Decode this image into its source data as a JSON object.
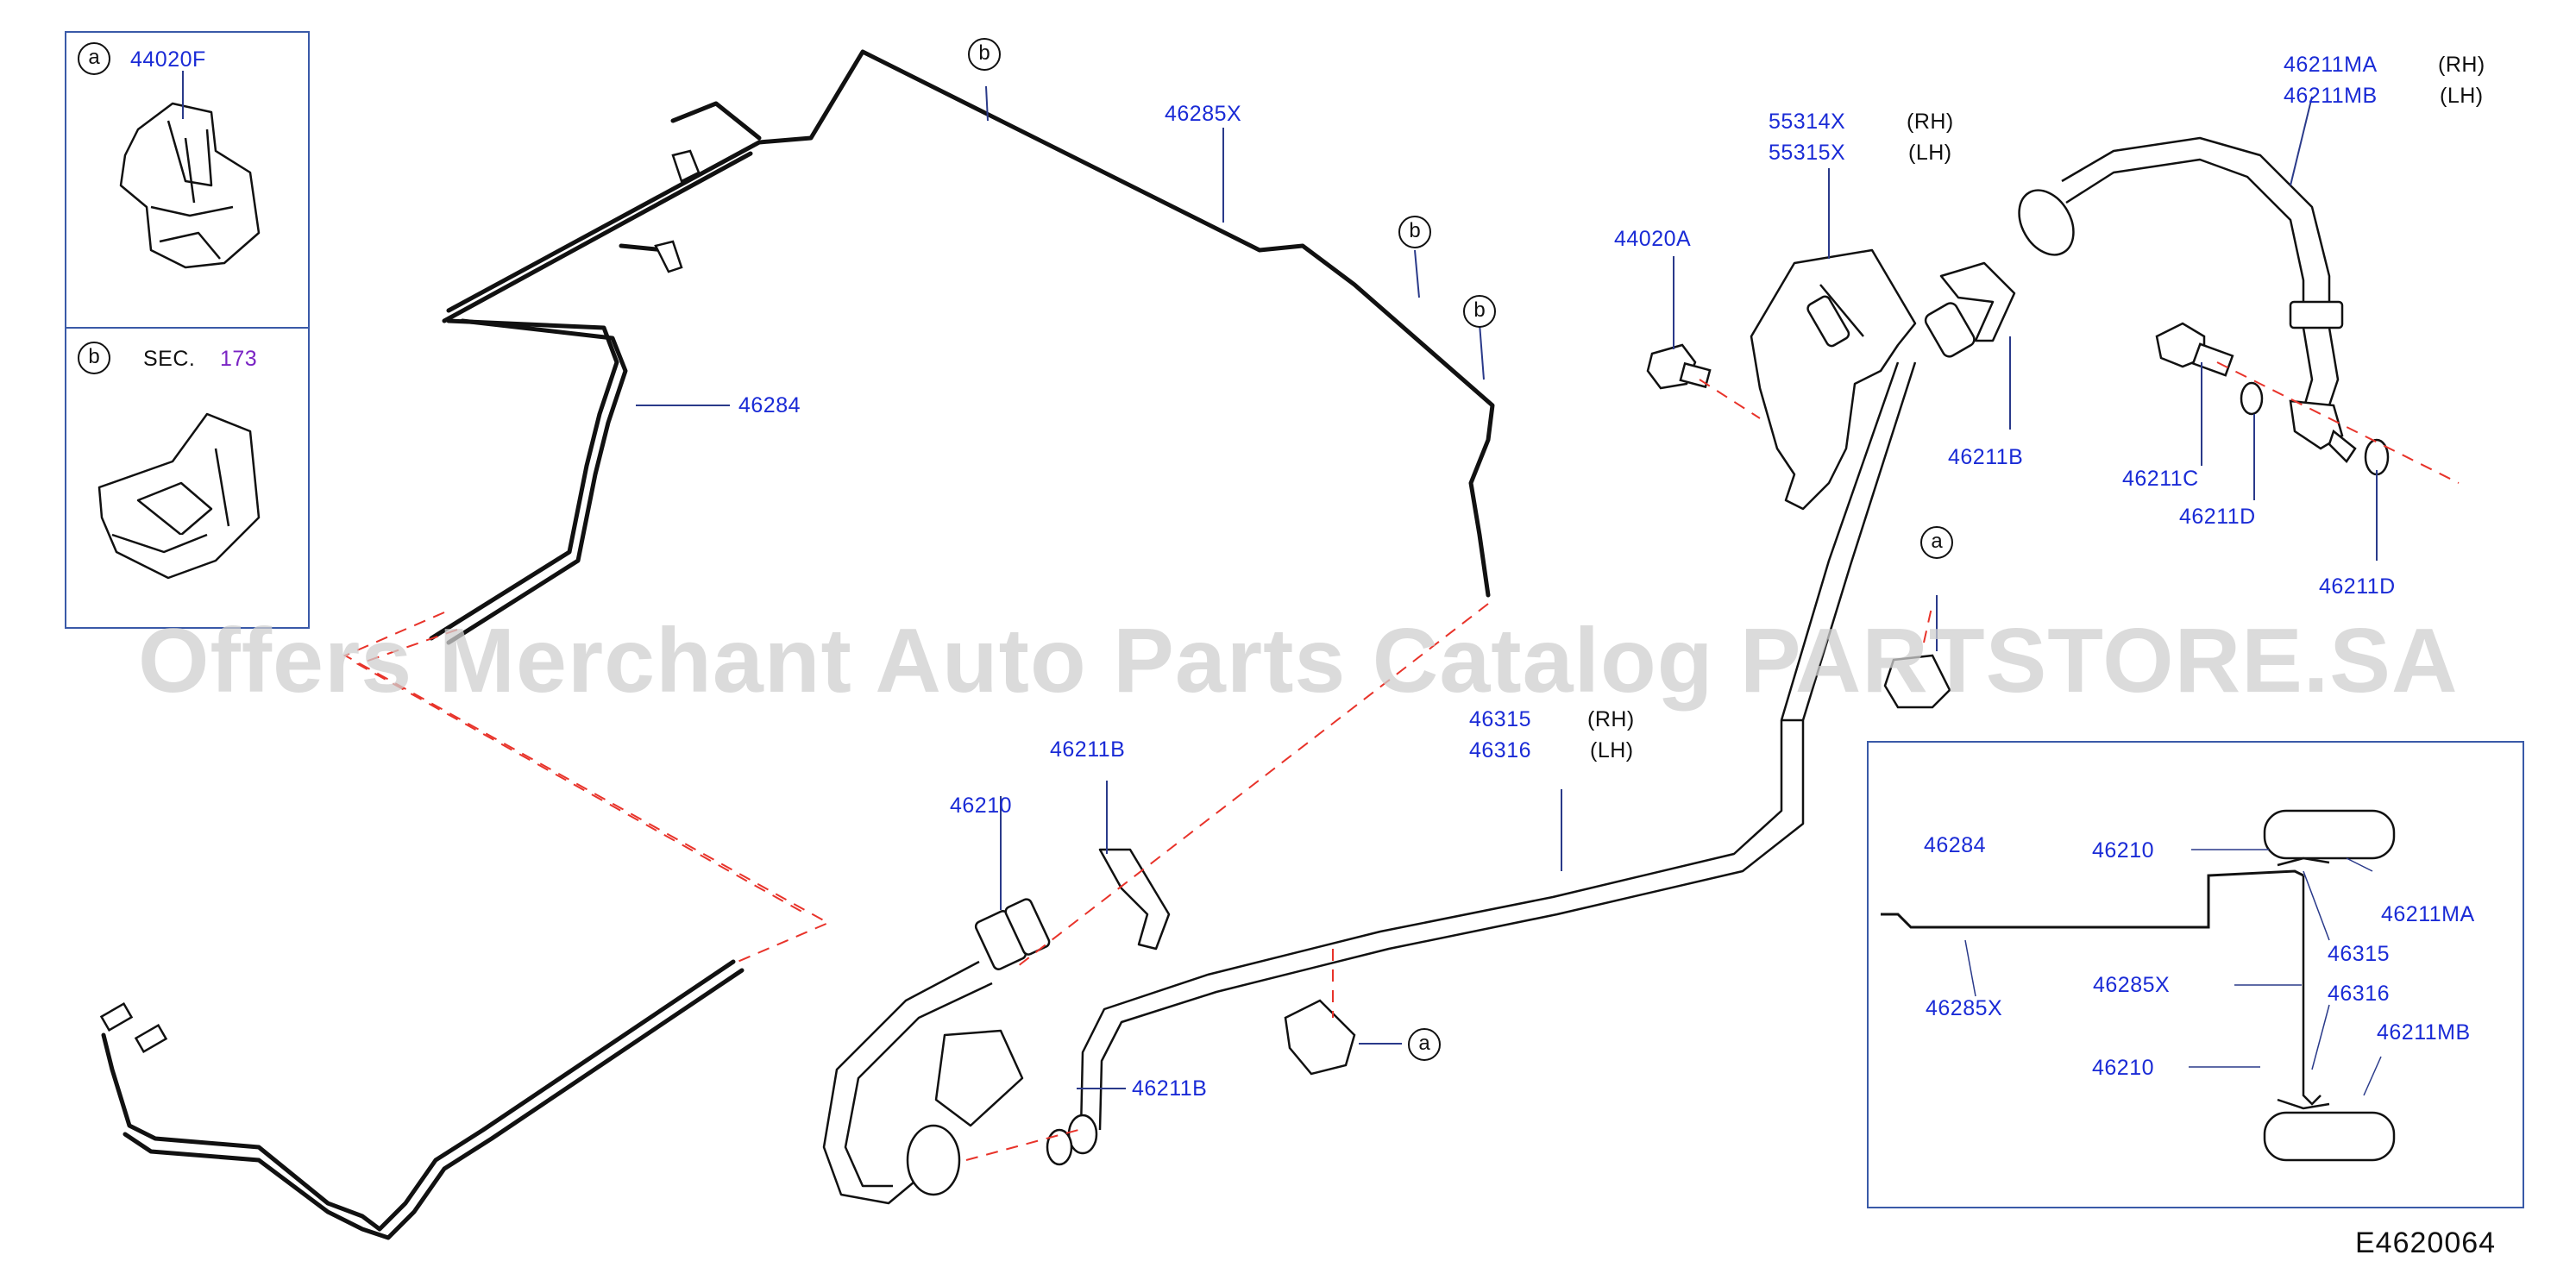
{
  "diagram": {
    "drawing_id": "E4620064",
    "watermark": "Offers Merchant Auto Parts Catalog PARTSTORE.SA",
    "colors": {
      "part_number": "#1a2bd6",
      "line": "#111111",
      "dash": "#e8332a",
      "sec_ref": "#7a24c4",
      "watermark": "#cfcfcf"
    },
    "callouts": {
      "a": "a",
      "b": "b"
    },
    "legend": {
      "a": {
        "letter": "a",
        "part": "44020F"
      },
      "b": {
        "letter": "b",
        "prefix": "SEC.",
        "ref": "173"
      }
    },
    "labels": {
      "p46285X": "46285X",
      "p46284": "46284",
      "p55314X": "55314X",
      "p55315X": "55315X",
      "rh": "(RH)",
      "lh": "(LH)",
      "p44020A": "44020A",
      "p46211B": "46211B",
      "p46211MA": "46211MA",
      "p46211MB": "46211MB",
      "p46211C": "46211C",
      "p46211D": "46211D",
      "p46315": "46315",
      "p46316": "46316",
      "p46210": "46210"
    }
  }
}
